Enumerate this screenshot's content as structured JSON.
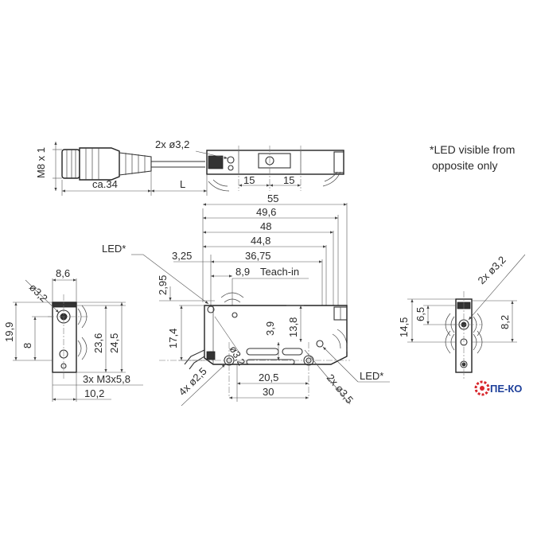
{
  "note": {
    "line1": "*LED visible from",
    "line2": "opposite only"
  },
  "labels": {
    "m8": "M8 x 1",
    "ca34": "ca.34",
    "L": "L",
    "top_hole": "2x ø3,2",
    "d15a": "15",
    "d15b": "15",
    "d55": "55",
    "d49_6": "49,6",
    "d48": "48",
    "d44_8": "44,8",
    "d36_75": "36,75",
    "d3_25": "3,25",
    "led_top": "LED*",
    "d2_95": "2,95",
    "d8_9": "8,9",
    "teach_in": "Teach-in",
    "d17_4": "17,4",
    "hole_front": "ø3,2",
    "d3_9": "3,9",
    "d13_8": "13,8",
    "d20_5": "20,5",
    "d30": "30",
    "d4x25": "4x ø2,5",
    "d2x35": "2x ø3,5",
    "led_bottom": "LED*",
    "d8_6": "8,6",
    "d3_2_left": "ø3,2",
    "d19_9": "19,9",
    "d8": "8",
    "d23_6": "23,6",
    "d24_5": "24,5",
    "d3xm3": "3x M3x5,8",
    "d10_2": "10,2",
    "d2x32_right": "2x ø3,2",
    "d14_5": "14,5",
    "d6_5": "6,5",
    "d8_2": "8,2"
  },
  "logo": {
    "text": "ПЕ-КО",
    "accent": "#d8262c",
    "brand": "#1d3f9a"
  }
}
